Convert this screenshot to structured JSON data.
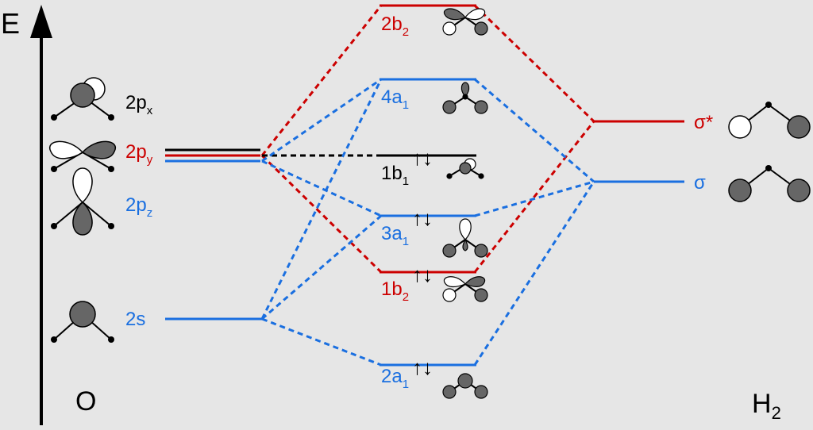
{
  "axis": {
    "label": "E"
  },
  "columns": {
    "oxygen": "O",
    "hydrogen_main": "H",
    "hydrogen_sub": "2"
  },
  "oxygen_orbitals": [
    {
      "main": "2p",
      "sub": "x",
      "color": "#000000"
    },
    {
      "main": "2p",
      "sub": "y",
      "color": "#cc0000"
    },
    {
      "main": "2p",
      "sub": "z",
      "color": "#1a6fe0"
    },
    {
      "main": "2s",
      "sub": "",
      "color": "#1a6fe0"
    }
  ],
  "molecular_orbitals": [
    {
      "main": "2b",
      "sub": "2",
      "color": "#cc0000",
      "electrons": ""
    },
    {
      "main": "4a",
      "sub": "1",
      "color": "#1a6fe0",
      "electrons": ""
    },
    {
      "main": "1b",
      "sub": "1",
      "color": "#000000",
      "electrons": "↑↓"
    },
    {
      "main": "3a",
      "sub": "1",
      "color": "#1a6fe0",
      "electrons": "↑↓"
    },
    {
      "main": "1b",
      "sub": "2",
      "color": "#cc0000",
      "electrons": "↑↓"
    },
    {
      "main": "2a",
      "sub": "1",
      "color": "#1a6fe0",
      "electrons": "↑↓"
    }
  ],
  "hydrogen_orbitals": [
    {
      "label": "σ*",
      "color": "#cc0000"
    },
    {
      "label": "σ",
      "color": "#1a6fe0"
    }
  ],
  "colors": {
    "red": "#cc0000",
    "blue": "#1a6fe0",
    "black": "#000000",
    "lobe_gray": "#666666",
    "background": "#e6e6e6"
  }
}
